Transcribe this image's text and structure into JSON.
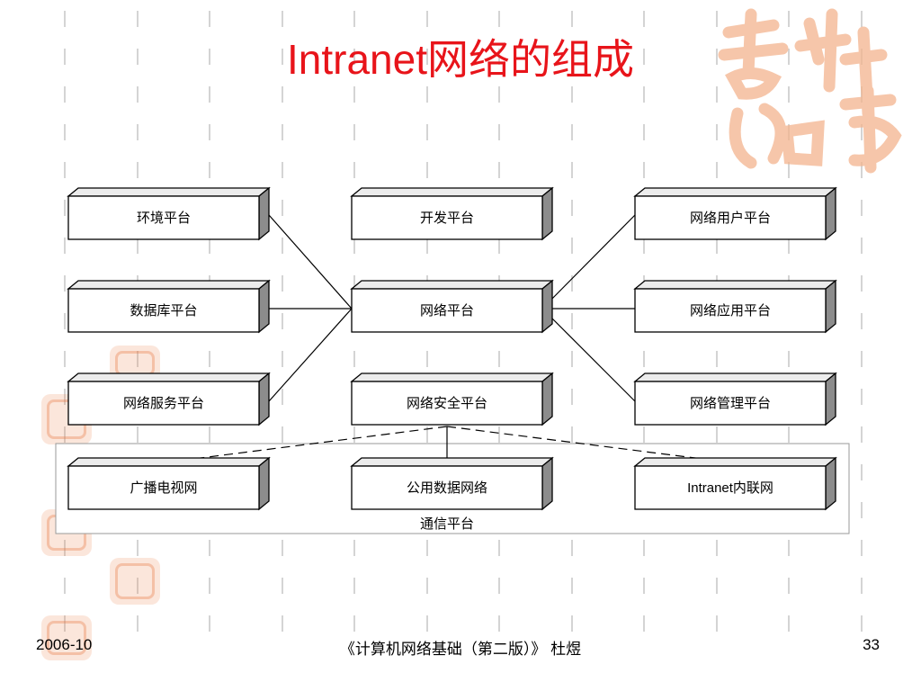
{
  "slide": {
    "title": "Intranet网络的组成",
    "footer": {
      "date": "2006-10",
      "book": "《计算机网络基础（第二版）》 杜煜",
      "page": "33"
    }
  },
  "diagram": {
    "boxes": {
      "env": "环境平台",
      "dev": "开发平台",
      "netuser": "网络用户平台",
      "db": "数据库平台",
      "net": "网络平台",
      "netapp": "网络应用平台",
      "netsvc": "网络服务平台",
      "netsec": "网络安全平台",
      "netmgmt": "网络管理平台",
      "broadcast": "广播电视网",
      "publicdata": "公用数据网络",
      "intranet": "Intranet内联网"
    },
    "group_label": "通信平台"
  },
  "colors": {
    "title": "#e8141a",
    "decoration": "#ee8c5c"
  }
}
